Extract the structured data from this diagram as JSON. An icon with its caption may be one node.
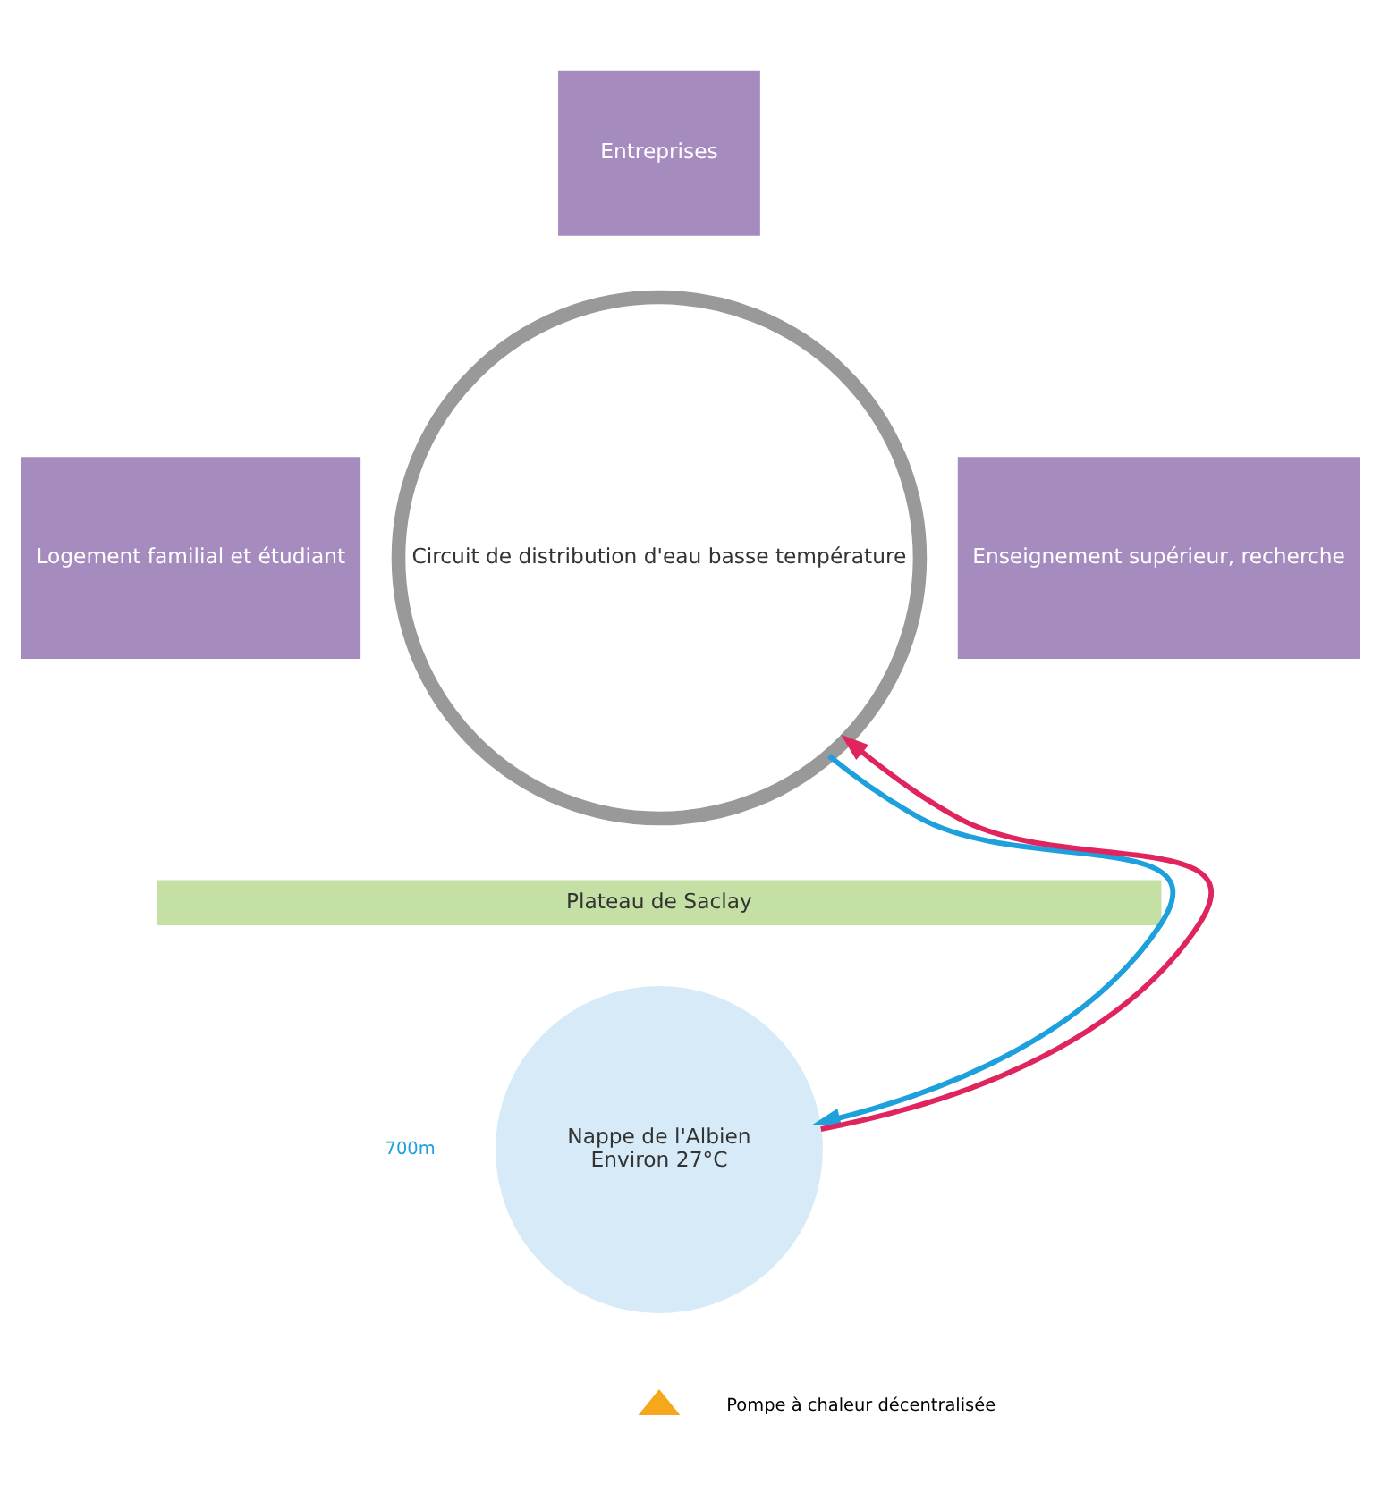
{
  "diagram": {
    "nodes": [
      {
        "text": [
          "Entreprises"
        ]
      },
      {
        "text": [
          "Logement familial et étudiant"
        ]
      },
      {
        "text": [
          "Circuit de distribution d'eau basse température"
        ]
      },
      {
        "text": [
          "Enseignement supérieur, recherche"
        ]
      },
      {
        "text": [
          "Plateau de Saclay"
        ]
      },
      {
        "text": [
          "Nappe de l'Albien",
          "Environ 27°C"
        ]
      }
    ],
    "edges": [
      {
        "from": 5,
        "to": 2,
        "arrow": "to",
        "color": "#e0245e"
      },
      {
        "from": 2,
        "to": 5,
        "arrow": "to",
        "color": "#1ea0dc"
      }
    ],
    "labels": [
      "700m"
    ],
    "legend": [
      {
        "text": "Pompe à chaleur décentralisée"
      }
    ]
  }
}
